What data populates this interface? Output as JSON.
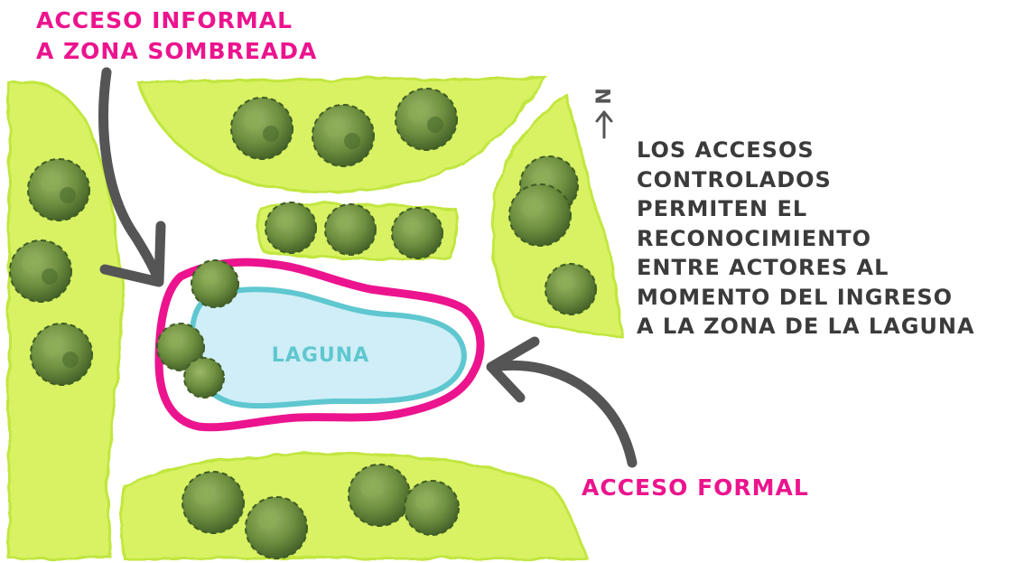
{
  "colors": {
    "vegetation": "#d8f264",
    "vegetation_edge": "#c2e640",
    "tree_dark": "#4a6a2c",
    "tree_mid": "#6e8f40",
    "tree_light": "#9bb866",
    "lagoon_fill": "#cfeef7",
    "lagoon_border": "#5fc7cf",
    "control_ring": "#ec148e",
    "arrow": "#555555",
    "highlight_text": "#ec148e",
    "body_text": "#3b3b3b"
  },
  "labels": {
    "informal_access": "ACCESO INFORMAL\nA ZONA SOMBREADA",
    "formal_access": "ACCESO FORMAL",
    "lagoon": "LAGUNA",
    "north": "N",
    "description": "LOS ACCESOS\nCONTROLADOS\nPERMITEN EL\nRECONOCIMIENTO\nENTRE ACTORES AL\nMOMENTO DEL INGRESO\nA LA ZONA DE LA LAGUNA"
  },
  "icons": {
    "north_arrow": "north-arrow-icon",
    "tree": "tree-icon"
  }
}
